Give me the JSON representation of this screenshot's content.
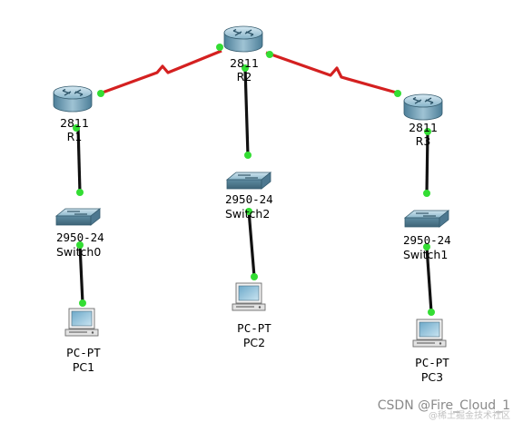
{
  "devices": {
    "r1": {
      "model": "2811",
      "name": "R1"
    },
    "r2": {
      "model": "2811",
      "name": "R2"
    },
    "r3": {
      "model": "2811",
      "name": "R3"
    },
    "sw0": {
      "model": "2950-24",
      "name": "Switch0"
    },
    "sw2": {
      "model": "2950-24",
      "name": "Switch2"
    },
    "sw1": {
      "model": "2950-24",
      "name": "Switch1"
    },
    "pc1": {
      "model": "PC-PT",
      "name": "PC1"
    },
    "pc2": {
      "model": "PC-PT",
      "name": "PC2"
    },
    "pc3": {
      "model": "PC-PT",
      "name": "PC3"
    }
  },
  "links": {
    "serial_color": "#d42020",
    "ethernet_color": "#111111",
    "port_up_color": "#33dd33"
  },
  "watermark": {
    "text": "CSDN @Fire_Cloud_1",
    "sub": "@稀土掘金技术社区"
  },
  "icons": {
    "router": "router-icon",
    "switch": "switch-icon",
    "pc": "pc-icon"
  }
}
